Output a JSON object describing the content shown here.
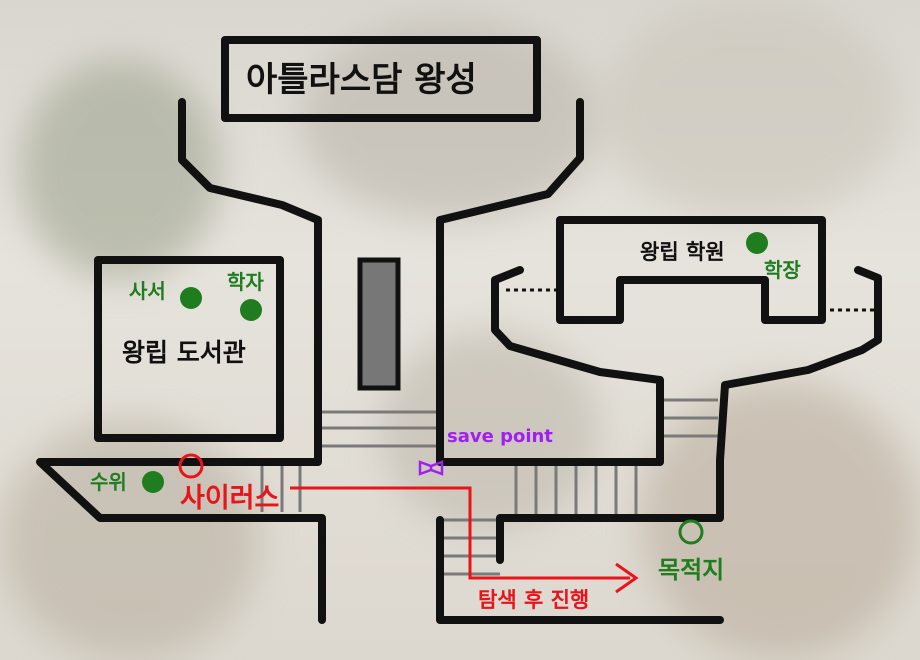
{
  "colors": {
    "wall": "#111111",
    "npc": "#1f7d1f",
    "route": "#e8141a",
    "save": "#a020f0",
    "goal": "#1f7d1f"
  },
  "map": {
    "title": "아틀라스담 왕성",
    "areas": {
      "library": "왕립 도서관",
      "academy": "왕립 학원"
    },
    "npcs": {
      "librarian": "사서",
      "scholar": "학자",
      "guard": "수위",
      "headmaster": "학장"
    },
    "characters": {
      "cyrus": "사이러스"
    },
    "markers": {
      "save_point": "save point",
      "save_icon": "book-icon",
      "goal": "목적지"
    },
    "route": {
      "label": "탐색 후 진행"
    }
  }
}
